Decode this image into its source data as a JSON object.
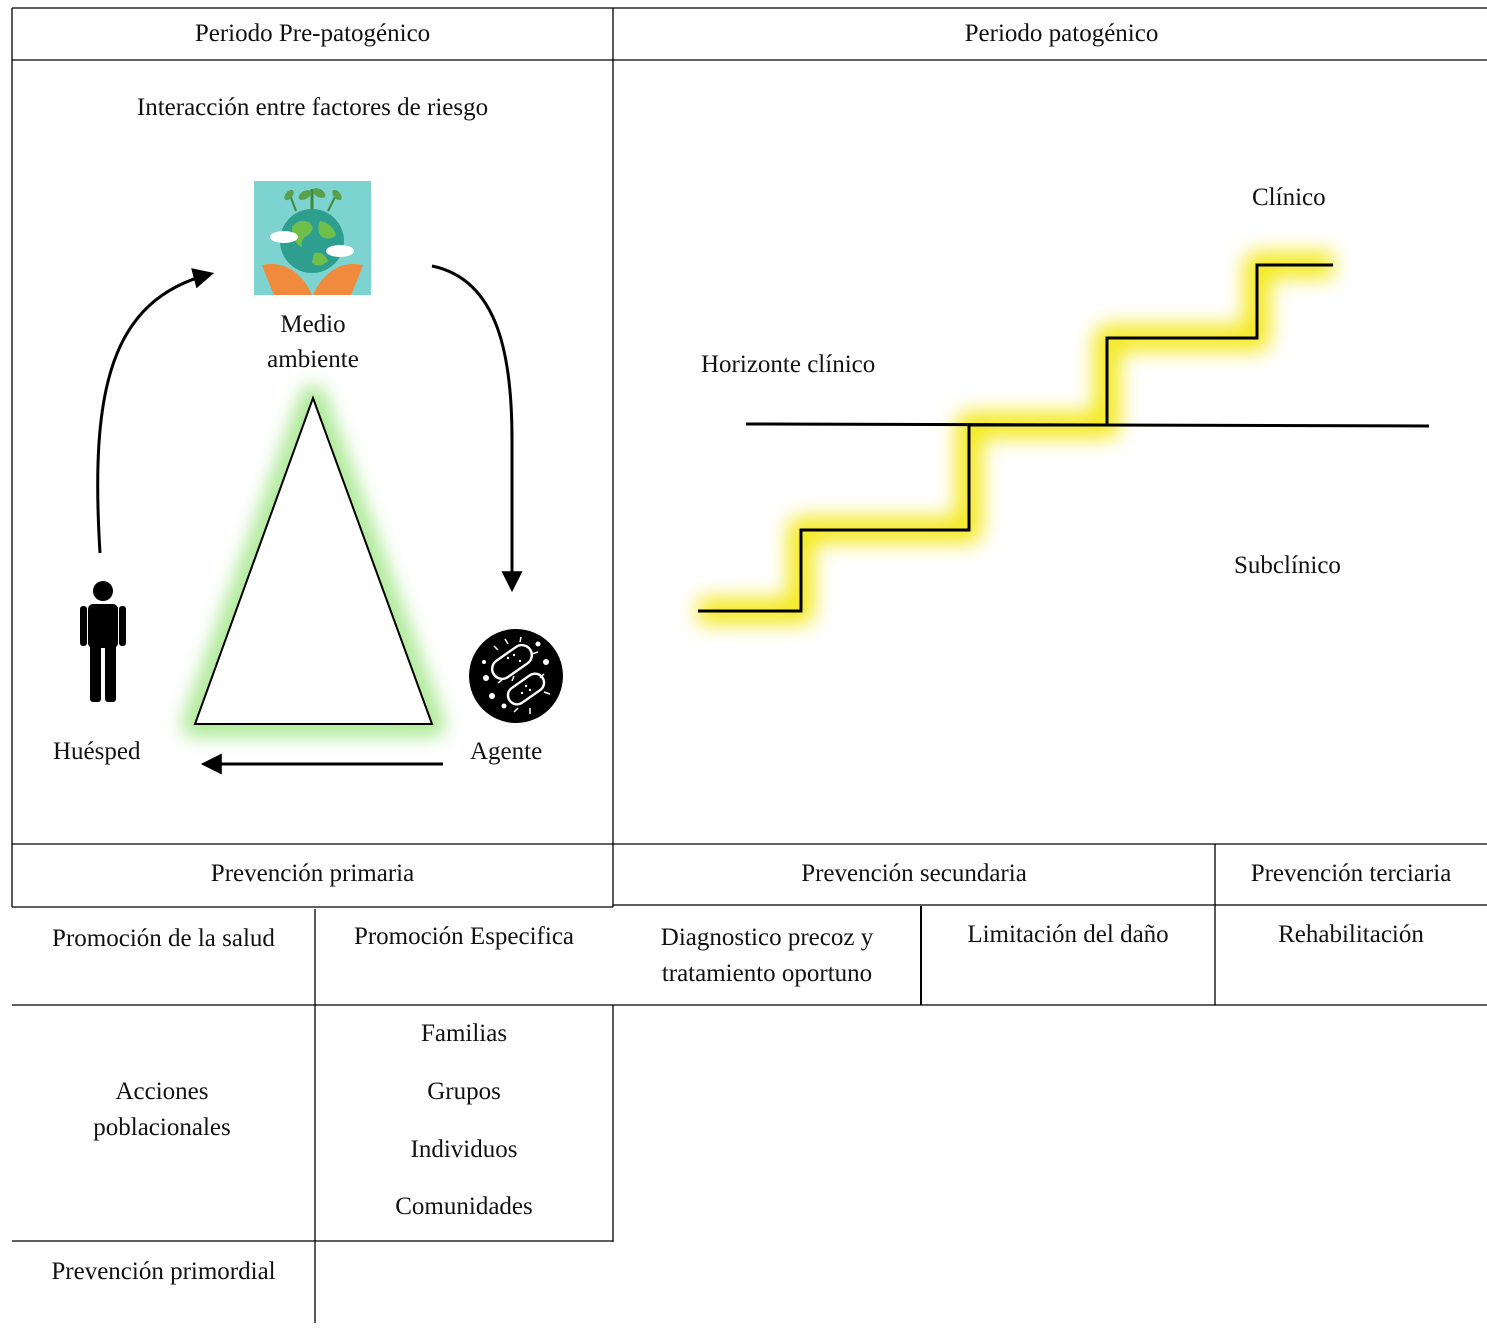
{
  "headers": {
    "pre": "Periodo Pre-patogénico",
    "pat": "Periodo patogénico"
  },
  "pre": {
    "title": "Interacción entre factores de riesgo",
    "environment": "Medio ambiente",
    "host": "Huésped",
    "agent": "Agente",
    "icons": {
      "environment": "earth-in-hands-icon",
      "host": "person-icon",
      "agent": "bacteria-icon"
    }
  },
  "pat": {
    "clinical": "Clínico",
    "horizon": "Horizonte clínico",
    "subclinical": "Subclínico"
  },
  "prevention": {
    "primary": "Prevención primaria",
    "secondary": "Prevención secundaria",
    "tertiary": "Prevención terciaria"
  },
  "subcols": {
    "health_promotion": "Promoción de la salud",
    "specific": "Promoción Especifica",
    "diagnosis": "Diagnostico precoz y tratamiento oportuno",
    "damage": "Limitación del daño",
    "rehab": "Rehabilitación"
  },
  "lower": {
    "actions": "Acciones poblacionales",
    "targets": [
      "Familias",
      "Grupos",
      "Individuos",
      "Comunidades"
    ],
    "primordial": "Prevención primordial"
  },
  "colors": {
    "triangle_glow": "#a8e890",
    "staircase_glow": "#f2e600",
    "lines": "#000000",
    "icon_bg": "#7dd3d0"
  }
}
